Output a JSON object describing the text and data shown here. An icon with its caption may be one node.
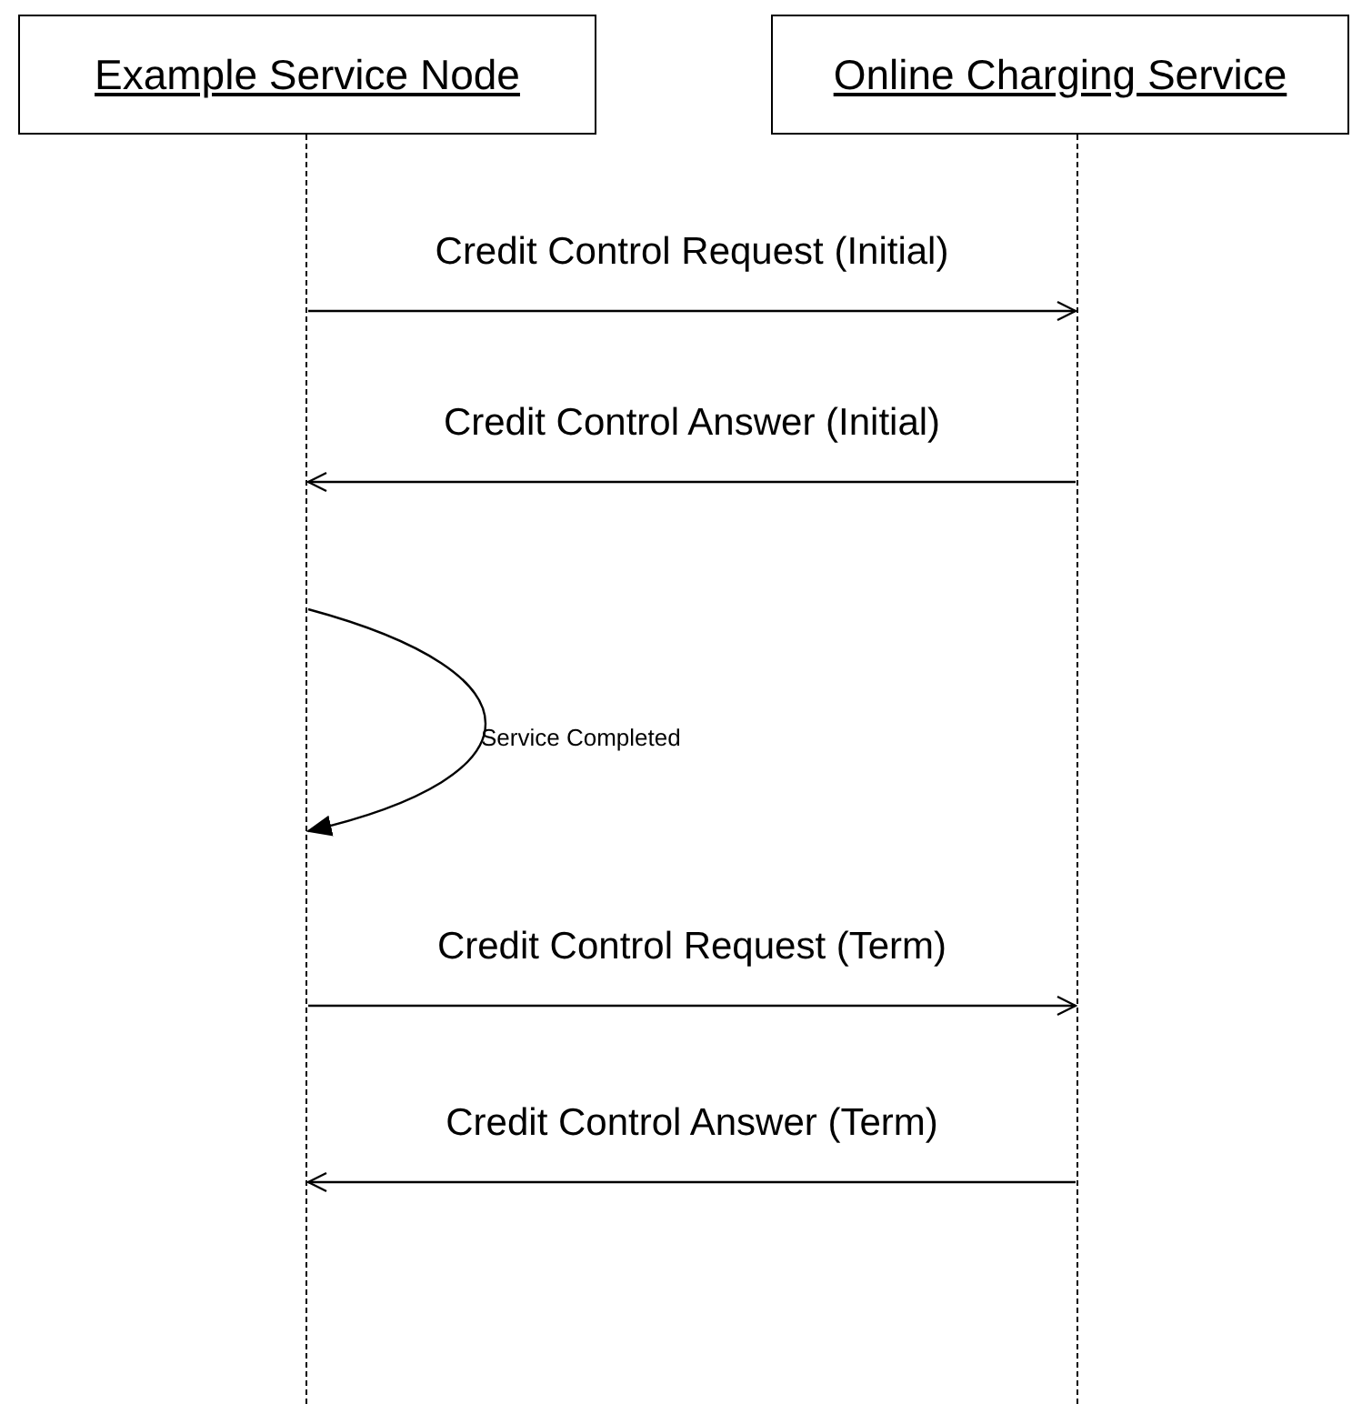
{
  "diagram": {
    "nodes": [
      {
        "text": [
          "Example Service Node"
        ]
      },
      {
        "text": [
          "Online Charging Service"
        ]
      },
      {
        "text": [],
        "shape": "bar"
      },
      {
        "text": [],
        "shape": "bar"
      }
    ],
    "edges": [
      {
        "from": 2,
        "to": 3,
        "arrow": "to",
        "label": "Credit Control Request (Initial)"
      },
      {
        "from": 3,
        "to": 2,
        "arrow": "to",
        "label": "Credit Control Answer (Initial)"
      },
      {
        "from": 2,
        "to": 2,
        "arrow": "to",
        "label": "Service Completed"
      },
      {
        "from": 2,
        "to": 3,
        "arrow": "to",
        "label": "Credit Control Request (Term)"
      },
      {
        "from": 3,
        "to": 2,
        "arrow": "to",
        "label": "Credit Control Answer (Term)"
      }
    ]
  }
}
